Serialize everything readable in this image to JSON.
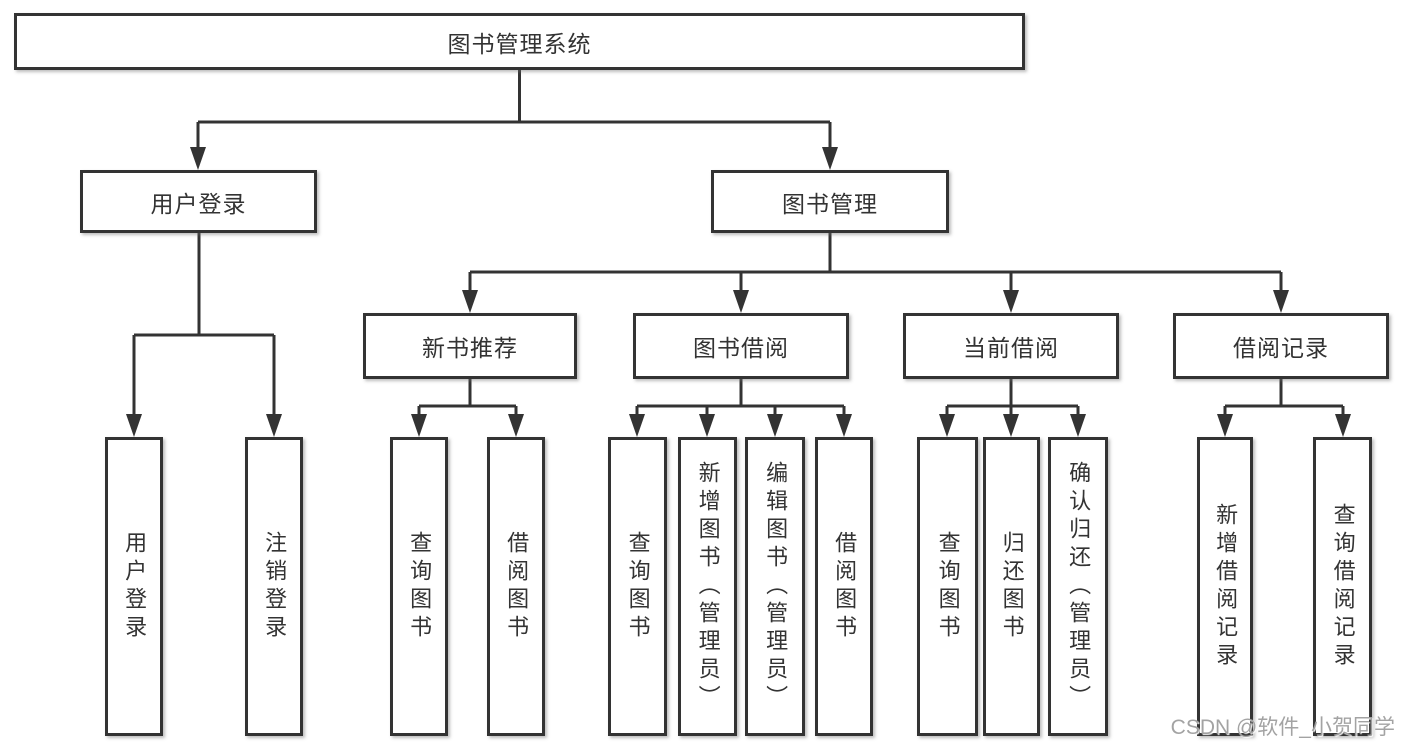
{
  "colors": {
    "line": "#333333",
    "box_border": "#333333",
    "background": "#ffffff",
    "watermark": "#9e9e9e"
  },
  "diagram": {
    "root": {
      "label": "图书管理系统",
      "children": [
        {
          "label": "用户登录",
          "children": [
            {
              "label": "用户登录"
            },
            {
              "label": "注销登录"
            }
          ]
        },
        {
          "label": "图书管理",
          "children": [
            {
              "label": "新书推荐",
              "children": [
                {
                  "label": "查询图书"
                },
                {
                  "label": "借阅图书"
                }
              ]
            },
            {
              "label": "图书借阅",
              "children": [
                {
                  "label": "查询图书"
                },
                {
                  "label": "新增图书（管理员）"
                },
                {
                  "label": "编辑图书（管理员）"
                },
                {
                  "label": "借阅图书"
                }
              ]
            },
            {
              "label": "当前借阅",
              "children": [
                {
                  "label": "查询图书"
                },
                {
                  "label": "归还图书"
                },
                {
                  "label": "确认归还（管理员）"
                }
              ]
            },
            {
              "label": "借阅记录",
              "children": [
                {
                  "label": "新增借阅记录"
                },
                {
                  "label": "查询借阅记录"
                }
              ]
            }
          ]
        }
      ]
    }
  },
  "watermark": {
    "text": "CSDN @软件_小贺同学"
  }
}
